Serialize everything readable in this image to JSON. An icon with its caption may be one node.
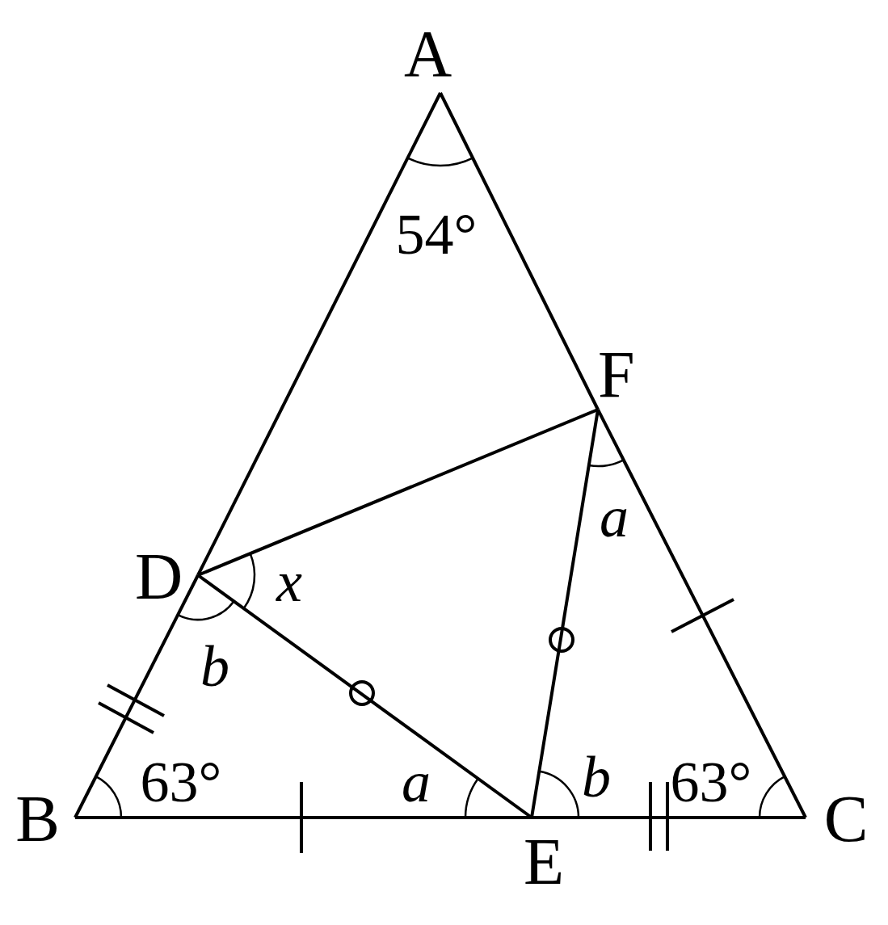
{
  "diagram": {
    "nodes": [
      {
        "text": [
          "A"
        ]
      },
      {
        "text": [
          "B"
        ]
      },
      {
        "text": [
          "C"
        ]
      },
      {
        "text": [
          "D"
        ]
      },
      {
        "text": [
          "E"
        ]
      },
      {
        "text": [
          "F"
        ]
      }
    ],
    "edges": [
      {
        "from": 0,
        "to": 5,
        "arrow": "none"
      },
      {
        "from": 5,
        "to": 2,
        "arrow": "none"
      },
      {
        "from": 0,
        "to": 3,
        "arrow": "none"
      },
      {
        "from": 3,
        "to": 1,
        "arrow": "none"
      },
      {
        "from": 1,
        "to": 4,
        "arrow": "none"
      },
      {
        "from": 4,
        "to": 2,
        "arrow": "none"
      },
      {
        "from": 3,
        "to": 5,
        "arrow": "none"
      },
      {
        "from": 3,
        "to": 4,
        "arrow": "none"
      },
      {
        "from": 4,
        "to": 5,
        "arrow": "none"
      }
    ],
    "labels": [
      "54°",
      "a",
      "x",
      "b",
      "63°",
      "a",
      "b",
      "63°"
    ]
  }
}
